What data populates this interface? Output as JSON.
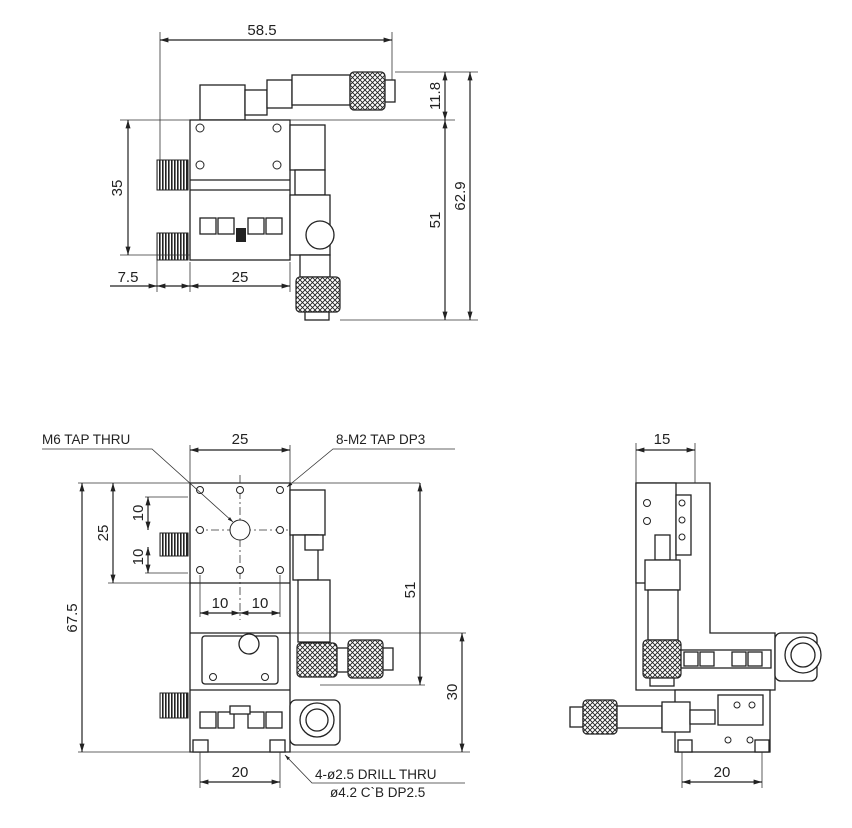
{
  "top_view": {
    "dims": {
      "overall_width": "58.5",
      "micrometer_height": "11.8",
      "stage_depth": "35",
      "height_51": "51",
      "overall_height": "62.9",
      "offset": "7.5",
      "stage_width": "25"
    }
  },
  "front_view": {
    "dims": {
      "top_width": "25",
      "hole_span_v": "25",
      "hole_pitch_v1": "10",
      "hole_pitch_v2": "10",
      "hole_pitch_h1": "10",
      "hole_pitch_h2": "10",
      "overall_height": "67.5",
      "height_51": "51",
      "height_30": "30",
      "base_hole_pitch": "20"
    },
    "callouts": {
      "center_tap": "M6 TAP THRU",
      "mount_taps": "8-M2 TAP DP3",
      "base_holes_line1": "4-ø2.5 DRILL THRU",
      "base_holes_line2": "ø4.2 C`B DP2.5"
    }
  },
  "side_view": {
    "dims": {
      "width": "15",
      "base_hole_pitch": "20"
    }
  }
}
